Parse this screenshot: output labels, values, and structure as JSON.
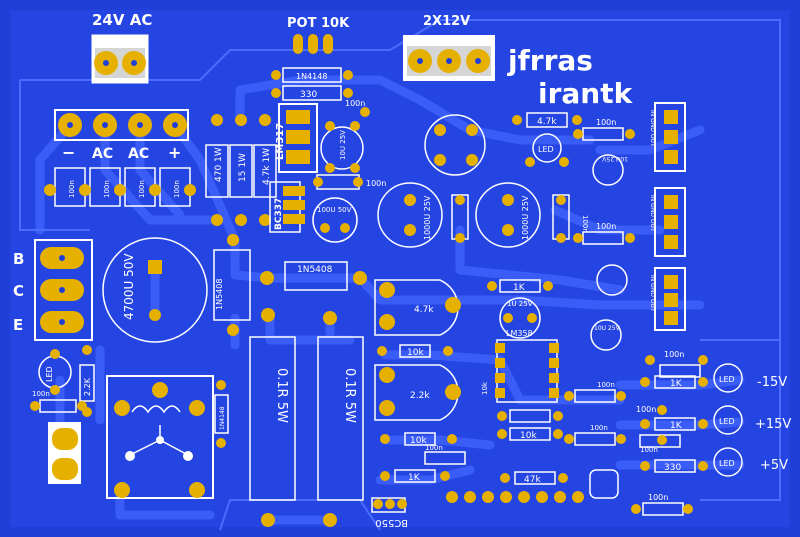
{
  "colors": {
    "board": "#1f3fd6",
    "copper": "#2c4ef0",
    "trace": "#3557f5",
    "pad": "#e6b000",
    "silk": "#ffffff"
  },
  "labels": {
    "input_header": "24V AC",
    "pot_header": "POT 10K",
    "transformer_header": "2X12V",
    "brand_line1": "jfrras",
    "brand_line2": "irantk",
    "terminal_minus": "−",
    "terminal_ac1": "AC",
    "terminal_ac2": "AC",
    "terminal_plus": "+",
    "transistor_b": "B",
    "transistor_c": "C",
    "transistor_e": "E",
    "out_minus15": "-15V",
    "out_plus15": "+15V",
    "out_plus5": "+5V"
  },
  "components": {
    "diode_1n4148_top": "1N4148",
    "r330_top": "330",
    "c100n_top": "100n",
    "m317": "LM317",
    "c10u25_top": "10U 25V",
    "r470": "470 1W",
    "r15": "15 1W",
    "r47k": "4.7k 1W",
    "c100n_a": "100n",
    "c100n_b": "100n",
    "c100n_c": "100n",
    "c100n_d": "100n",
    "bc337": "BC337",
    "c100u50": "100U 50V",
    "c1000u_a": "1000U 25V",
    "c1000u_b": "1000U 25V",
    "c100n_e": "100n",
    "c100n_f": "100n",
    "c4700u": "4700U 50V",
    "bridge": "1N5408",
    "d1n5408": "1N5408",
    "pot47k": "4.7k",
    "r1k_mid": "1K",
    "c1u25": "1U 25V",
    "lm358": "LM358",
    "r10k_a": "10k",
    "pot22k": "2.2k",
    "r10k_b": "10k",
    "r10k_c": "10k",
    "r10k_d": "10k",
    "r47k_b": "47k",
    "r1k_b": "1K",
    "c100n_g": "100n",
    "c100n_h": "100n",
    "c100n_i": "100n",
    "r47_right": "4.7k",
    "c100n_right1": "100n",
    "c100n_right2": "100n",
    "c10u25_right": "10U 25V",
    "c10u25_right2": "10U 25V",
    "led_top": "LED",
    "led_left": "LED",
    "r22k_left": "2.2K",
    "c100n_left": "100n",
    "d1n4148_left": "1N4148",
    "r01_a": "0.1R   5W",
    "r01_b": "0.1R   5W",
    "bc550": "BC550",
    "r1k_out1": "1K",
    "r1k_out2": "1K",
    "r330_out": "330",
    "c100n_out1": "100n",
    "c100n_out2": "100n",
    "c100n_out3": "100n",
    "c100n_out4": "100n",
    "led_out1": "LED",
    "led_out2": "LED",
    "led_out3": "LED",
    "reg_out1": "IN GND OUT",
    "reg_out2": "IN GND OUT",
    "reg_out3": "IN GND OUT"
  }
}
